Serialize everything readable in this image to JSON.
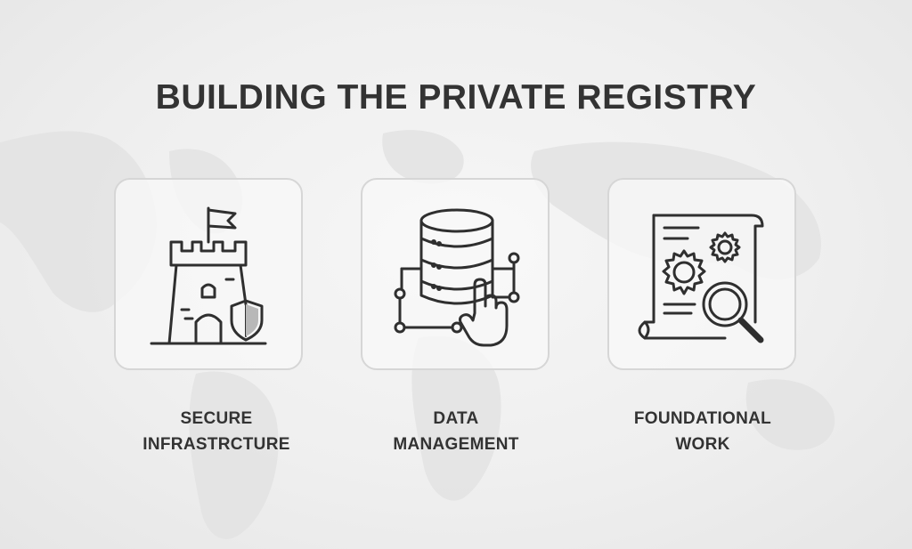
{
  "title": "BUILDING THE PRIVATE REGISTRY",
  "cards": [
    {
      "icon": "castle-with-shield-icon",
      "label_lines": [
        "SECURE",
        "INFRASTRCTURE"
      ]
    },
    {
      "icon": "database-network-icon",
      "label_lines": [
        "DATA",
        "MANAGEMENT"
      ]
    },
    {
      "icon": "document-gears-magnifier-icon",
      "label_lines": [
        "FOUNDATIONAL",
        "WORK"
      ]
    }
  ],
  "colors": {
    "text": "#333333",
    "icon_stroke": "#2f2f2f",
    "card_border": "#d6d6d6",
    "background": "#efefef"
  }
}
